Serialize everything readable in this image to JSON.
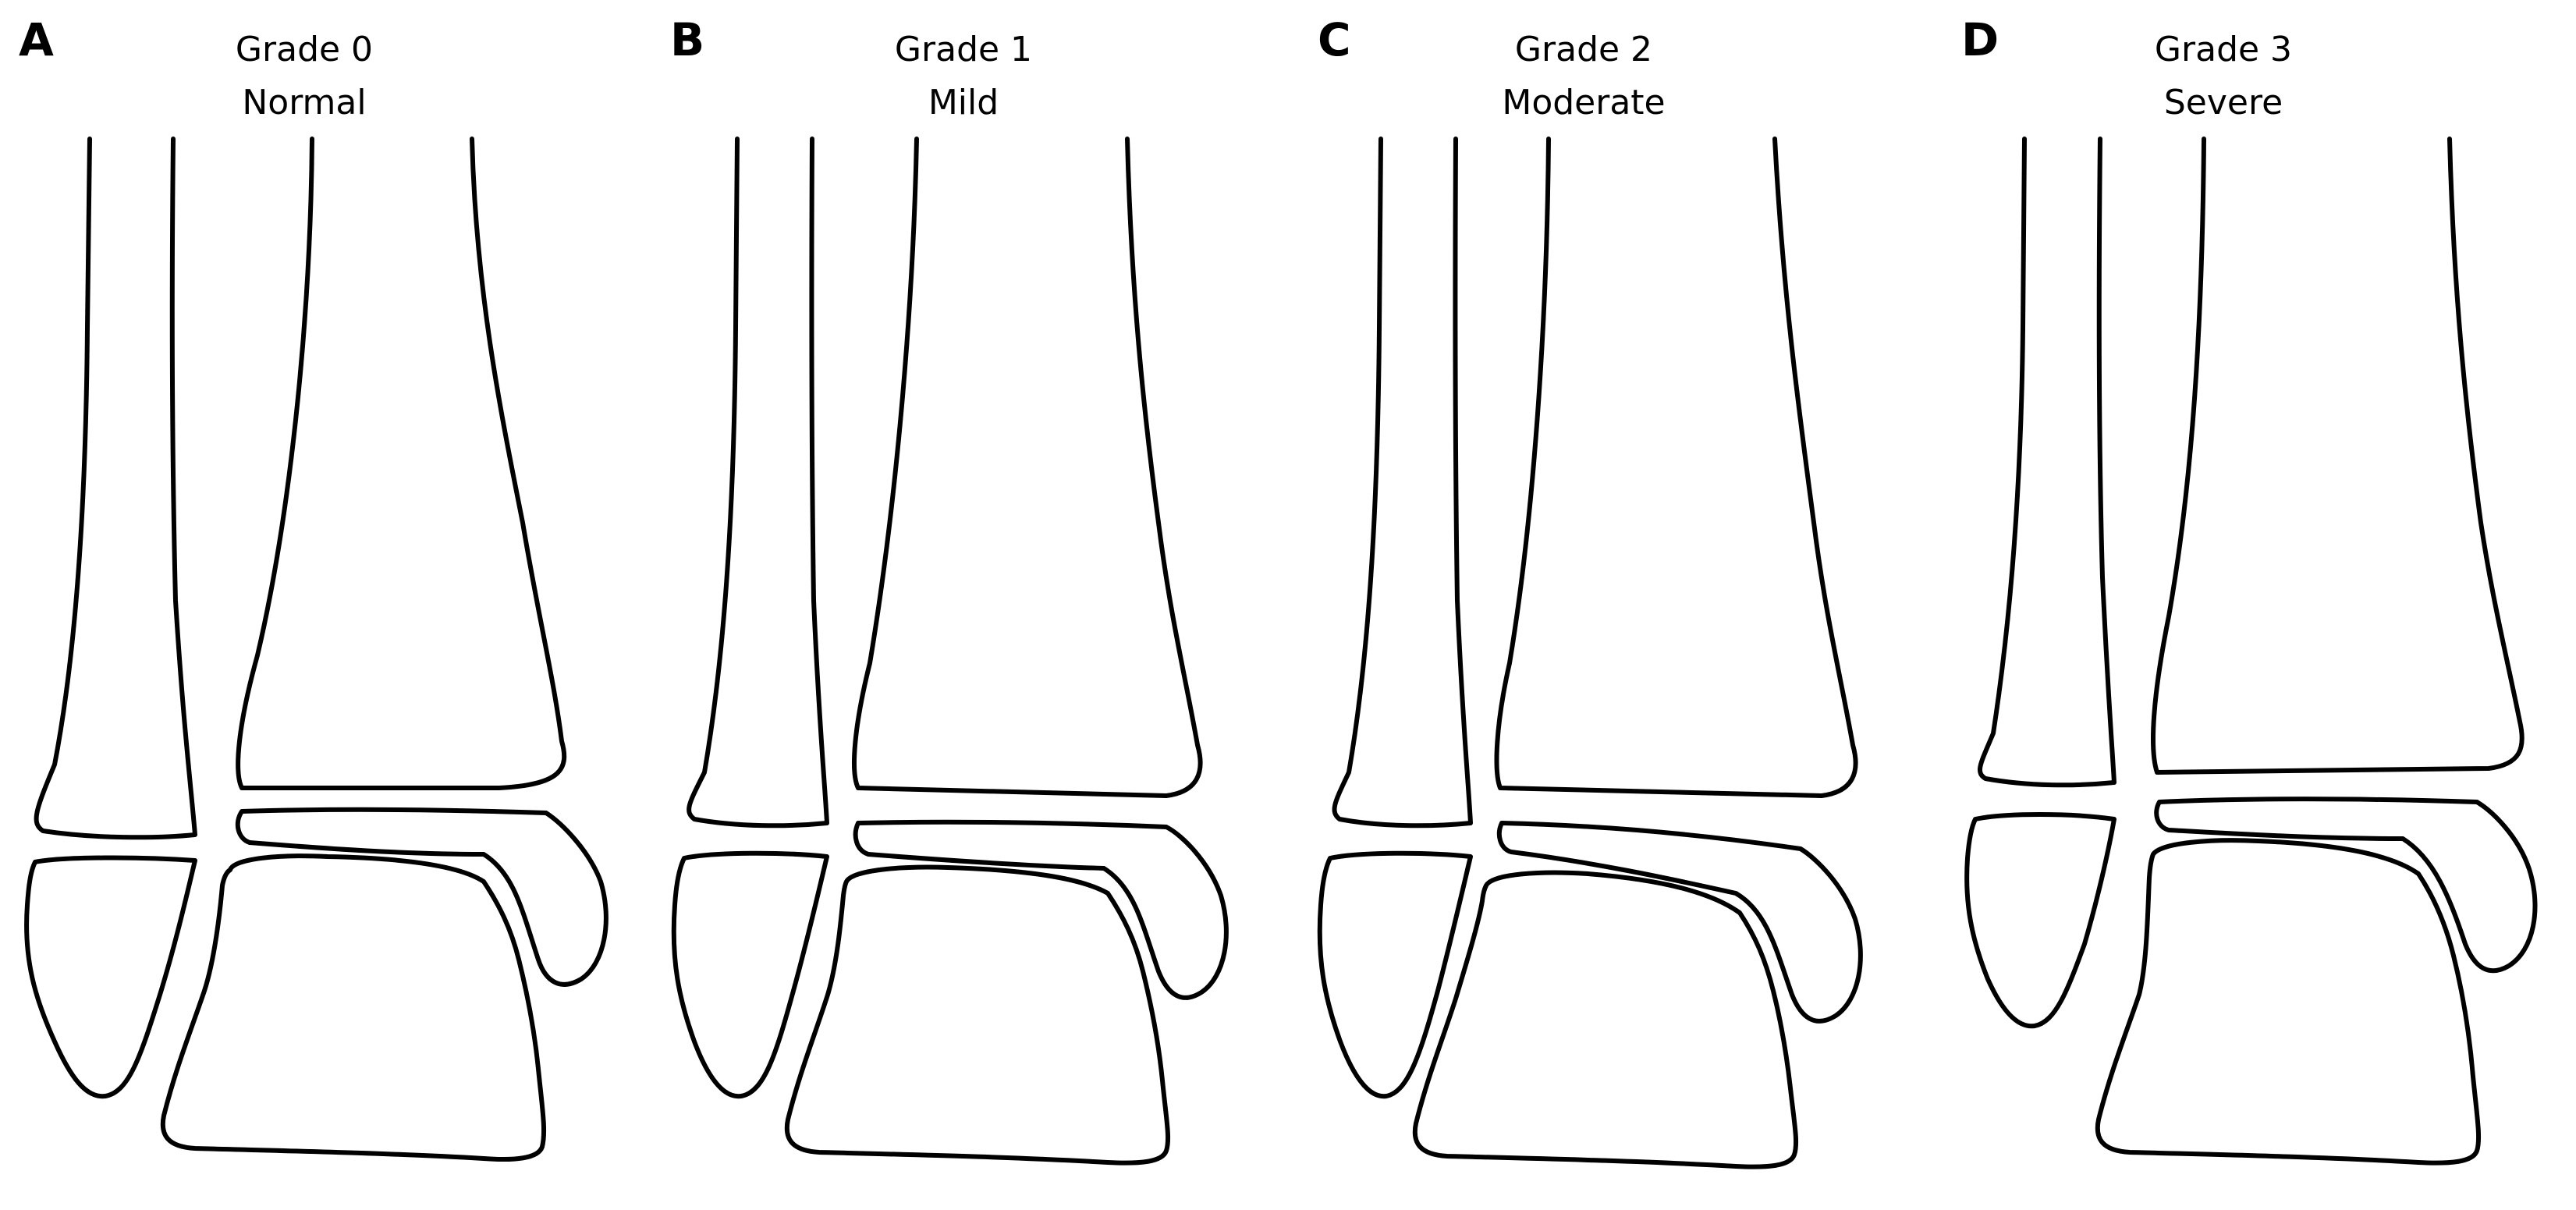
{
  "panels": [
    {
      "letter": "A",
      "grade": "Grade 0",
      "severity": "Normal"
    },
    {
      "letter": "B",
      "grade": "Grade 1",
      "severity": "Mild"
    },
    {
      "letter": "C",
      "grade": "Grade 2",
      "severity": "Moderate"
    },
    {
      "letter": "D",
      "grade": "Grade 3",
      "severity": "Severe"
    }
  ],
  "colors": {
    "line": "#000000",
    "background": "#ffffff"
  }
}
